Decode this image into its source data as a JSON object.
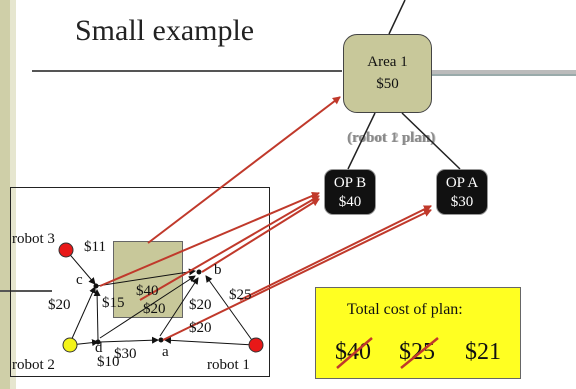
{
  "slide": {
    "title": "Small example"
  },
  "tree": {
    "area": {
      "name": "Area 1",
      "cost": "$50"
    },
    "plan_label": "(robot 1 plan)",
    "plan_label_overlay": "(robot 2 plan)",
    "op_b": {
      "name": "OP B",
      "cost": "$40"
    },
    "op_a": {
      "name": "OP A",
      "cost": "$30"
    }
  },
  "map": {
    "nodes": {
      "a": "a",
      "b": "b",
      "c": "c",
      "d": "d"
    },
    "robots": [
      {
        "label": "robot 3",
        "color": "#e81818"
      },
      {
        "label": "robot 2",
        "color": "#f4f41a"
      },
      {
        "label": "robot 1",
        "color": "#e81818"
      }
    ],
    "edge_costs": {
      "r3_c": "$11",
      "r2_c": "$20",
      "c_d": "$15",
      "area_top": "$40",
      "area_bottom": "$20",
      "b_mid": "$20",
      "b_r1": "$25",
      "a_lower": "$20",
      "d_a": "$30",
      "r2_d": "$10"
    }
  },
  "cost_box": {
    "title": "Total cost of plan:",
    "costs": [
      "$40",
      "$25",
      "$21"
    ]
  },
  "colors": {
    "area_fill": "#c8c89a",
    "arrow": "#c0392b",
    "cost_box": "#ffff22"
  }
}
